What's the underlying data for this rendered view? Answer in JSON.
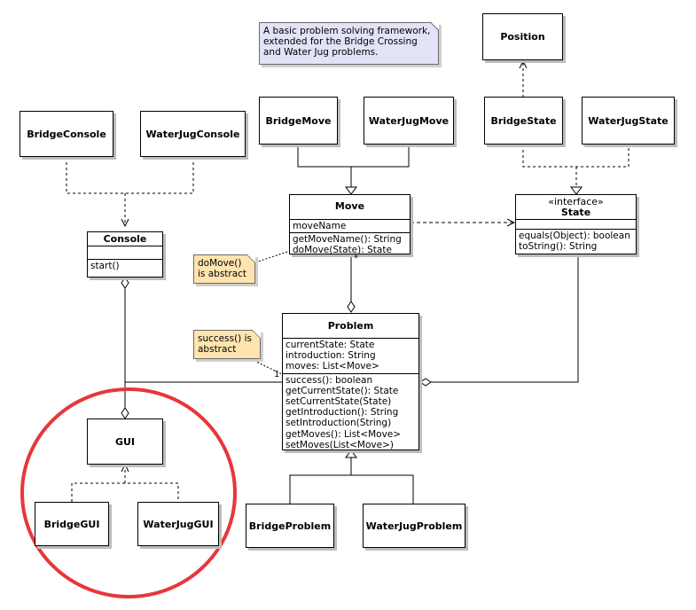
{
  "note_top": "A basic problem solving framework, extended for the Bridge Crossing and Water Jug problems.",
  "classes": {
    "position": {
      "name": "Position"
    },
    "bridge_console": {
      "name": "BridgeConsole"
    },
    "waterjug_console": {
      "name": "WaterJugConsole"
    },
    "bridge_move": {
      "name": "BridgeMove"
    },
    "waterjug_move": {
      "name": "WaterJugMove"
    },
    "bridge_state": {
      "name": "BridgeState"
    },
    "waterjug_state": {
      "name": "WaterJugState"
    },
    "console": {
      "name": "Console",
      "operations": [
        "start()"
      ]
    },
    "move": {
      "name": "Move",
      "attributes": [
        "moveName"
      ],
      "operations": [
        "getMoveName(): String",
        "doMove(State): State"
      ]
    },
    "state": {
      "stereotype": "«interface»",
      "name": "State",
      "operations": [
        "equals(Object): boolean",
        "toString(): String"
      ]
    },
    "problem": {
      "name": "Problem",
      "attributes": [
        "currentState: State",
        "introduction: String",
        "moves: List<Move>"
      ],
      "operations": [
        "success(): boolean",
        "getCurrentState(): State",
        "setCurrentState(State)",
        "getIntroduction(): String",
        "setIntroduction(String)",
        "getMoves(): List<Move>",
        "setMoves(List<Move>)"
      ]
    },
    "gui": {
      "name": "GUI"
    },
    "bridge_gui": {
      "name": "BridgeGUI"
    },
    "waterjug_gui": {
      "name": "WaterJugGUI"
    },
    "bridge_problem": {
      "name": "BridgeProblem"
    },
    "waterjug_problem": {
      "name": "WaterJugProblem"
    }
  },
  "notes": {
    "domove": "doMove() is abstract",
    "success": "success() is abstract"
  },
  "multiplicities": {
    "move_star": "*",
    "problem_one": "1"
  },
  "colors": {
    "highlight_circle": "#e8363a",
    "note_yellow": "#ffe4b0",
    "note_lavender": "#e3e3f7"
  }
}
